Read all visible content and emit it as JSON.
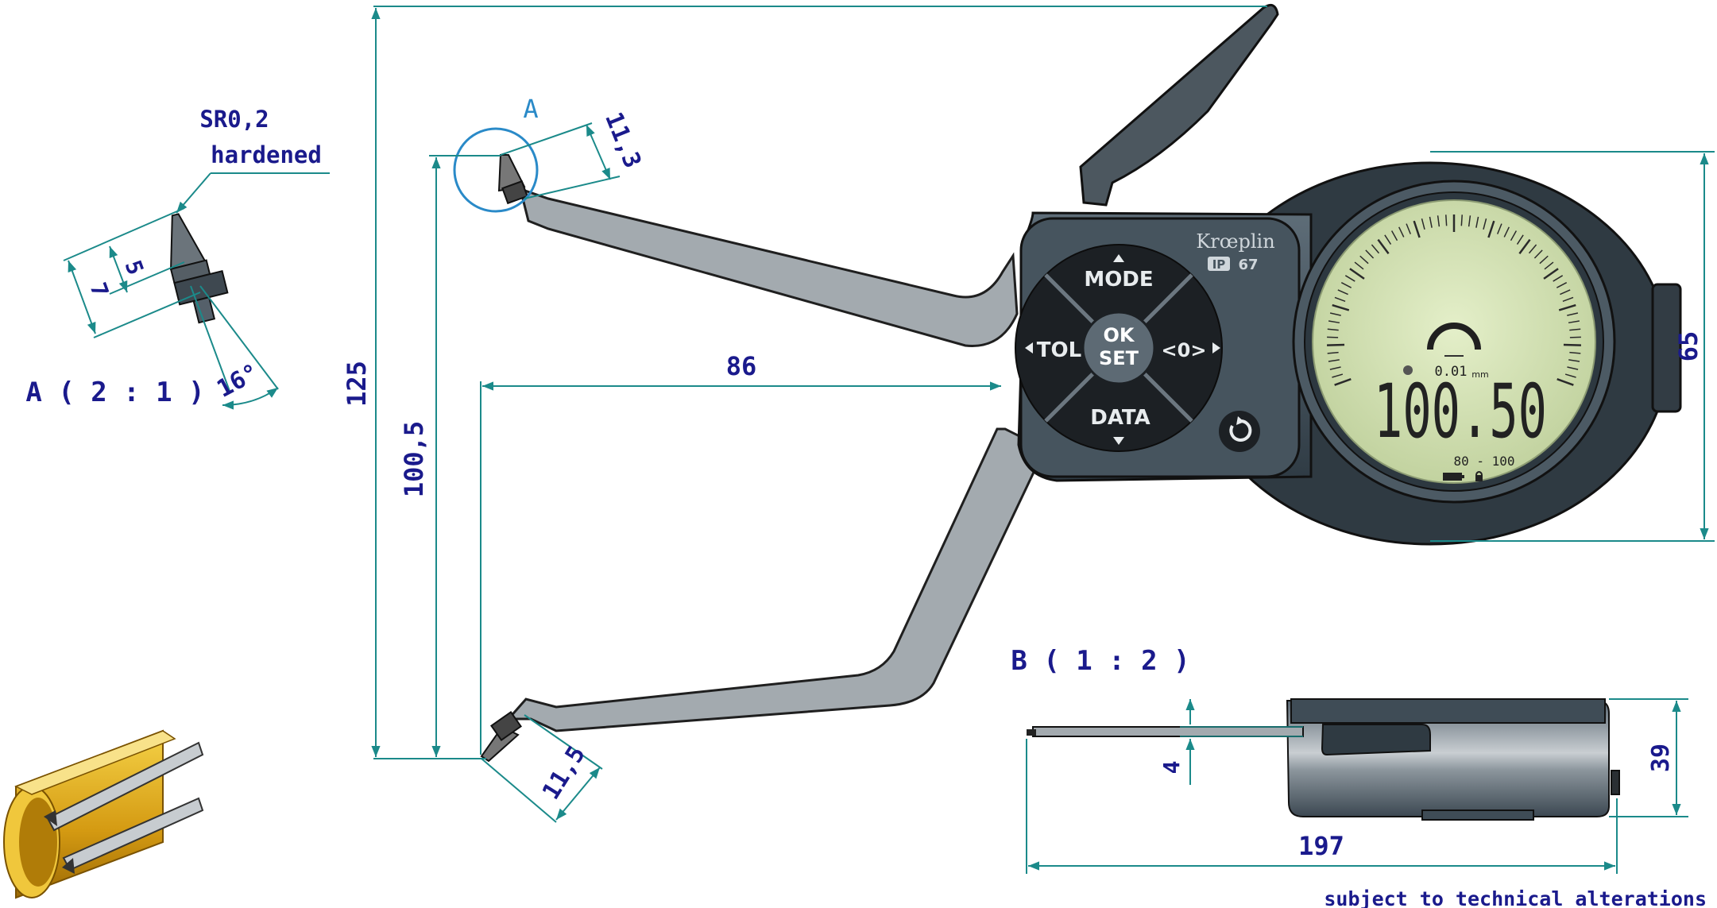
{
  "detail_a": {
    "callout_letter": "A",
    "tip_radius": "SR0,2",
    "tip_note": "hardened",
    "title": "A ( 2 : 1 )",
    "dim_height_5": "5",
    "dim_height_7": "7",
    "dim_angle": "16°",
    "dim_tip_size": "11,3"
  },
  "dimensions": {
    "overall_height": "125",
    "tip_height": "100,5",
    "jaw_depth": "86",
    "lower_tip": "11,5",
    "display_height": "65"
  },
  "device": {
    "brand": "Krœplin",
    "ip_rating_badge": "IP",
    "ip_rating_value": "67",
    "btn_mode": "MODE",
    "btn_tol": "TOL",
    "btn_zero": "<0>",
    "btn_data": "DATA",
    "btn_ok": "OK",
    "btn_set": "SET",
    "display": {
      "reading": "100.50",
      "resolution": "0.01",
      "resolution_unit": "mm",
      "range": "80 - 100"
    }
  },
  "detail_b": {
    "title": "B ( 1 : 2 )",
    "dim_thickness": "4",
    "dim_height": "39",
    "dim_length": "197"
  },
  "footer": {
    "note": "subject to technical alterations"
  },
  "colors": {
    "dimension_lines": "#1b8a8a",
    "dimension_text": "#1a1a8c",
    "callout": "#2a8ac8",
    "housing": "#3f4f5b",
    "arm": "#9fa6ab",
    "lcd": "#d4e2b6",
    "ring_gold": "#d9a31a"
  }
}
